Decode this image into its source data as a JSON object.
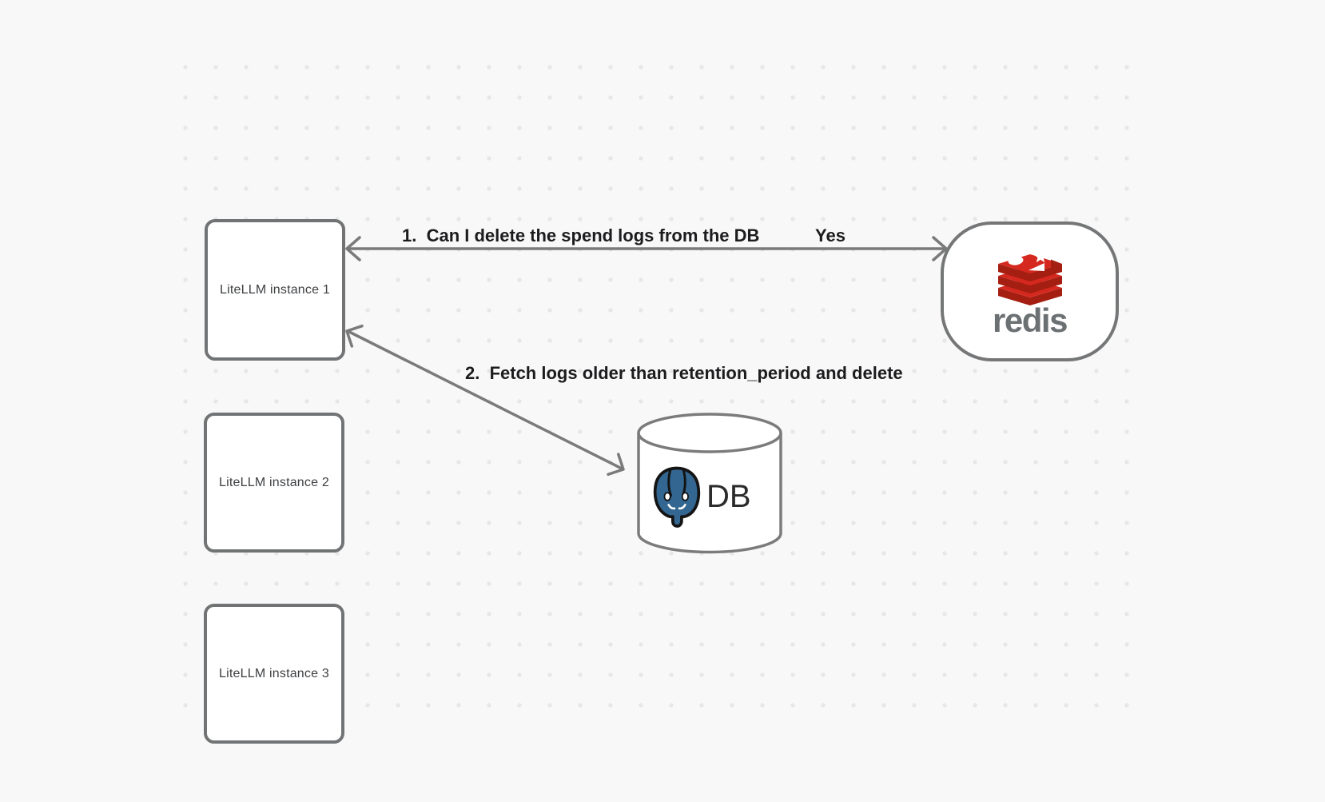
{
  "diagram": {
    "background_color": "#f8f8f8",
    "dot_color": "#e7e7e7",
    "stroke_color": "#7a7a7a",
    "nodes": {
      "instance1": {
        "label": "LiteLLM instance 1"
      },
      "instance2": {
        "label": "LiteLLM instance 2"
      },
      "instance3": {
        "label": "LiteLLM instance 3"
      },
      "redis": {
        "wordmark": "redis",
        "logo_red": "#d5281f",
        "logo_dark_red": "#a41e11",
        "wordmark_color": "#6b7072"
      },
      "db": {
        "label": "DB",
        "postgres_blue": "#336791"
      }
    },
    "edges": {
      "edge1": {
        "label": "1.  Can I delete the spend logs from the DB",
        "response_label": "Yes"
      },
      "edge2": {
        "label": "2.  Fetch logs older than retention_period and delete"
      }
    }
  }
}
